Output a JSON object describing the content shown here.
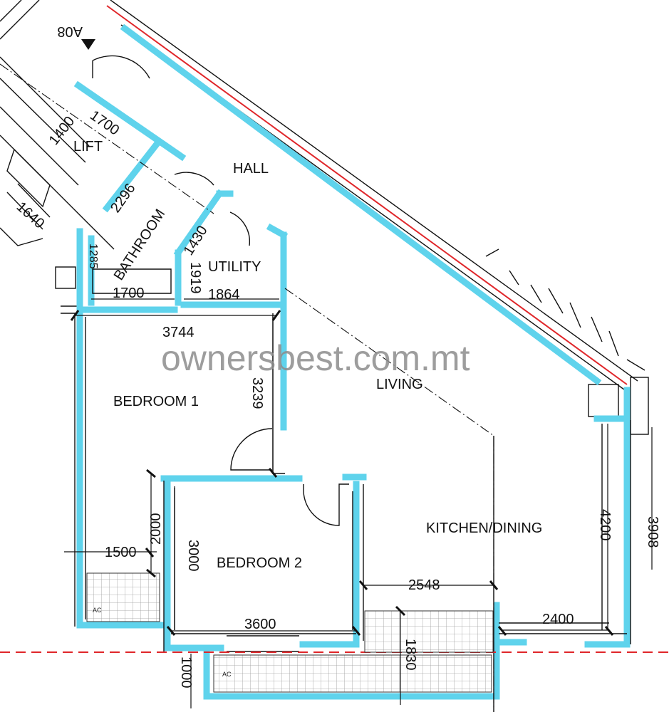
{
  "rooms": {
    "hall": "HALL",
    "lift": "LIFT",
    "bathroom": "BATHROOM",
    "utility": "UTILITY",
    "bedroom1": "BEDROOM 1",
    "bedroom2": "BEDROOM 2",
    "living": "LIVING",
    "kitchen_dining": "KITCHEN/DINING"
  },
  "stair_marker": "A08",
  "watermark": "ownersbest.com.mt",
  "dimensions": {
    "lift_w": "1400",
    "lift_d": "1700",
    "bath_2296": "2296",
    "bath_1700": "1700",
    "bath_1285": "1285",
    "util_1430": "1430",
    "util_1919": "1919",
    "util_1864": "1864",
    "corridor_1640": "1640",
    "bed1_w": "3744",
    "bed1_d": "3239",
    "bed1_1500": "1500",
    "bed1_2000": "2000",
    "bed2_h": "3000",
    "bed2_w": "3600",
    "bal_2548": "2548",
    "bal_1830": "1830",
    "bal_1000": "1000",
    "kit_4200": "4200",
    "kit_3908": "3908",
    "kit_2400": "2400"
  },
  "ac_labels": [
    "AC",
    "AC"
  ],
  "colors": {
    "wall_highlight": "#5fd3ec",
    "facade_line": "#e0262a",
    "boundary_dashed": "#e0262a",
    "text": "#111111",
    "watermark": "#8c8c8c"
  }
}
